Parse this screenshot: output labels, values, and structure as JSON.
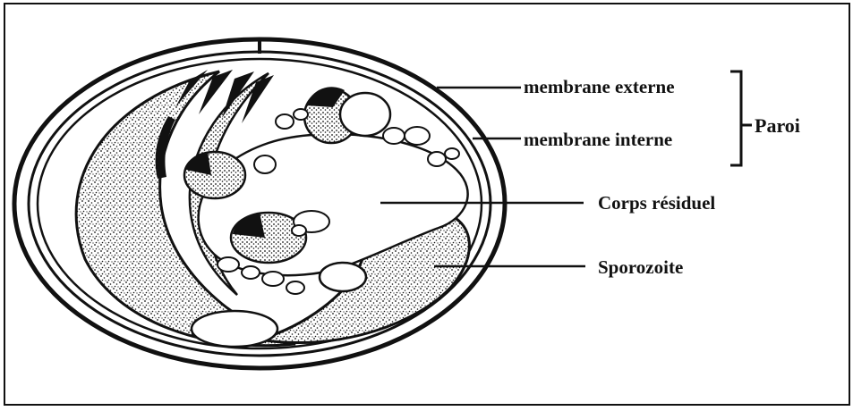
{
  "labels": {
    "outer_membrane": "membrane externe",
    "inner_membrane": "membrane interne",
    "wall": "Paroi",
    "residual_body": "Corps résiduel",
    "sporozoite": "Sporozoite"
  },
  "colors": {
    "ink": "#111111",
    "paper": "#ffffff"
  }
}
